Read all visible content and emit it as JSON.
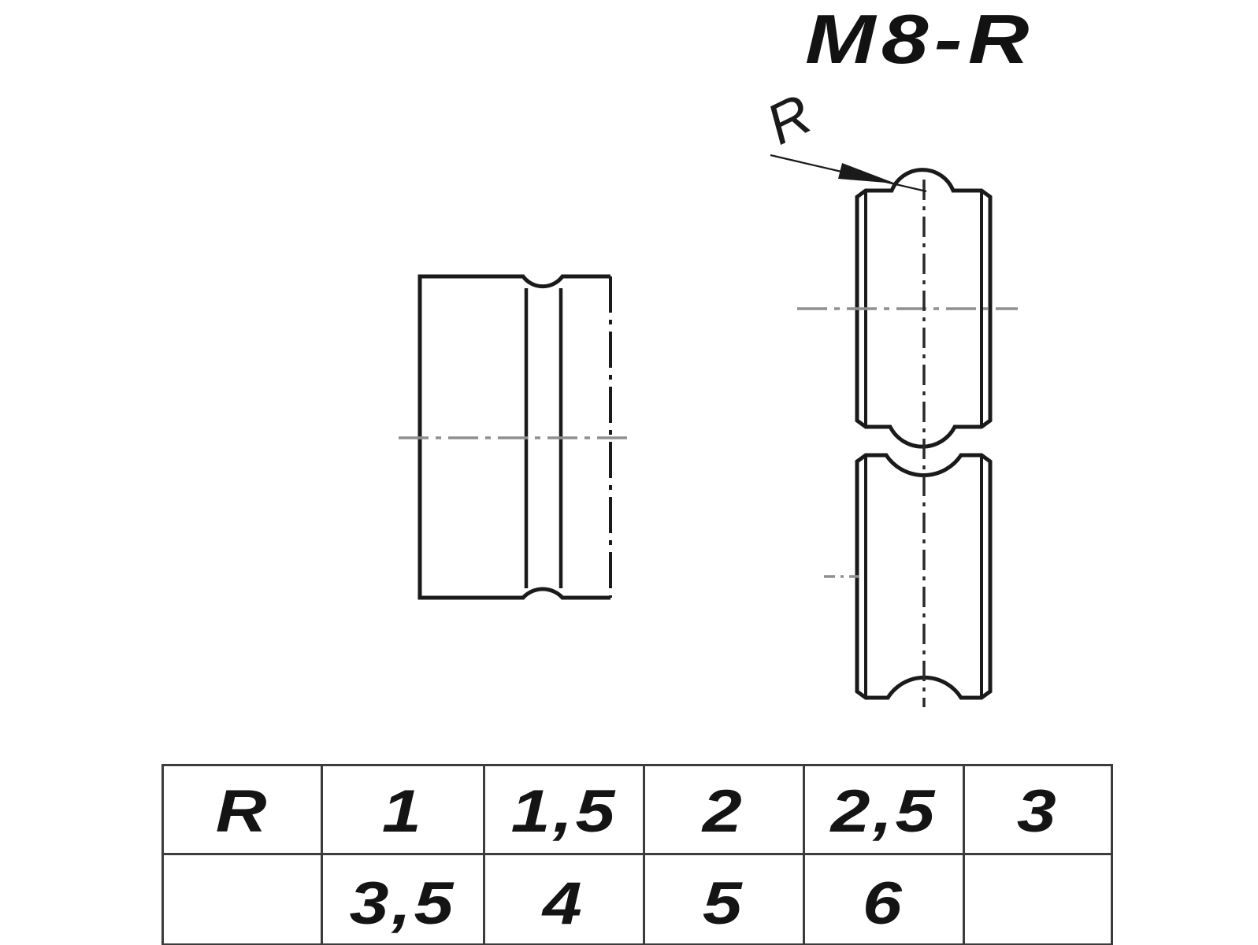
{
  "title": {
    "text": "M8-R"
  },
  "drawing": {
    "radius_label": "R"
  },
  "table": {
    "rows": [
      [
        "R",
        "1",
        "1,5",
        "2",
        "2,5",
        "3"
      ],
      [
        "",
        "3,5",
        "4",
        "5",
        "6",
        ""
      ]
    ]
  },
  "colors": {
    "background": "#ffffff",
    "outline": "#1a1a1a",
    "centerline_gray": "#8f8f8f",
    "centerline_dark": "#2a2a2a",
    "table_border": "#3c3c3c"
  }
}
